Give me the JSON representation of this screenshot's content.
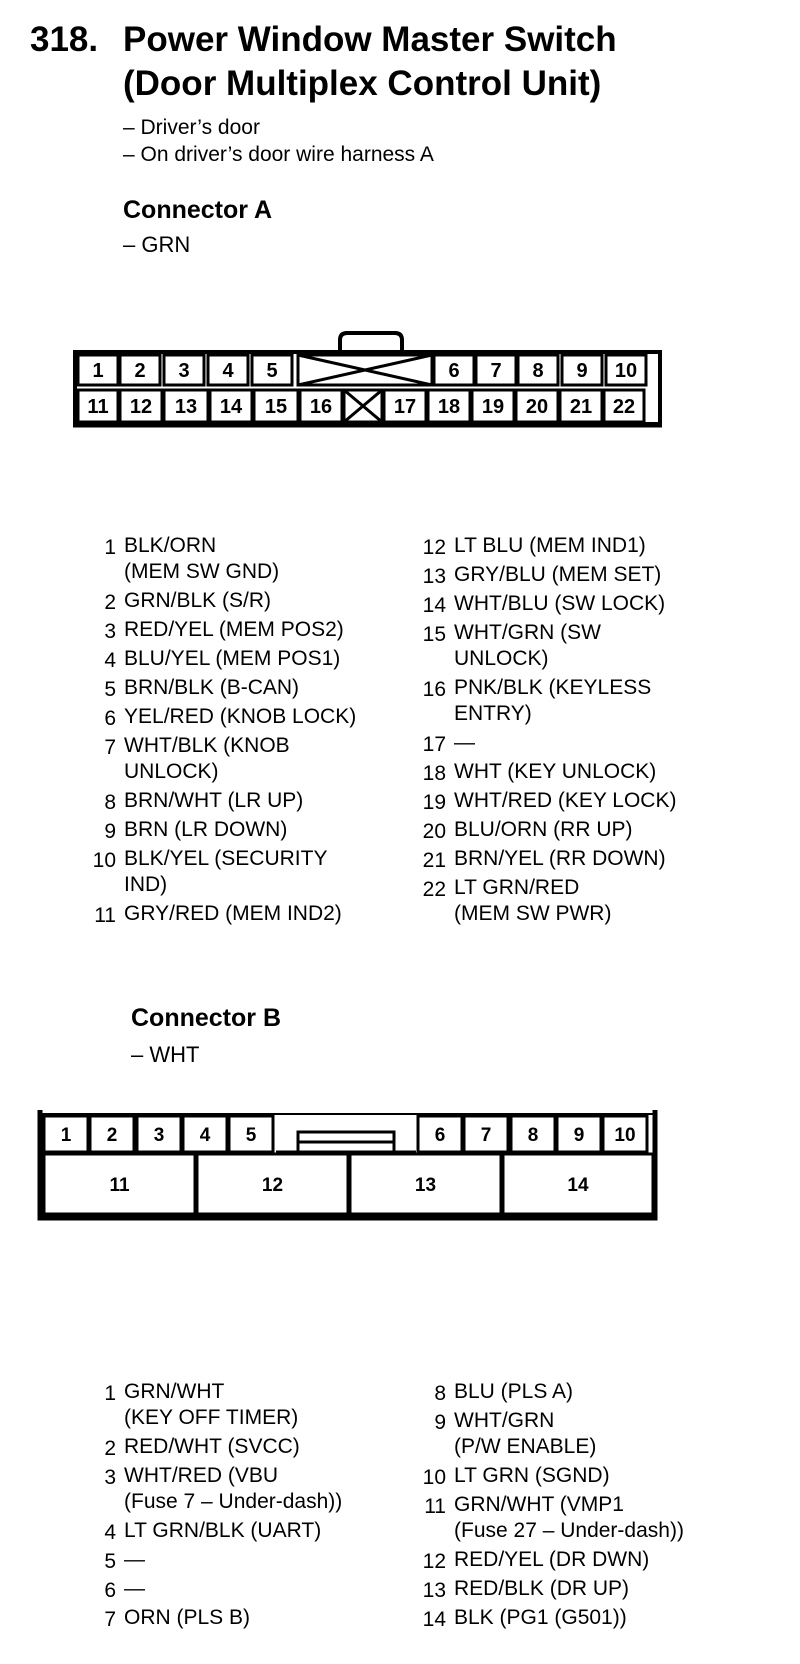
{
  "header": {
    "number": "318.",
    "title_line1": "Power Window Master Switch",
    "title_line2": "(Door Multiplex Control Unit)",
    "location_line1": "– Driver’s door",
    "location_line2": "– On driver’s door wire harness A"
  },
  "connector_a": {
    "title": "Connector A",
    "color": "– GRN",
    "cavities_top": [
      "1",
      "2",
      "3",
      "4",
      "5",
      "6",
      "7",
      "8",
      "9",
      "10"
    ],
    "cavities_bottom": [
      "11",
      "12",
      "13",
      "14",
      "15",
      "16",
      "17",
      "18",
      "19",
      "20",
      "21",
      "22"
    ],
    "pins_left": [
      {
        "n": "1",
        "text": "BLK/ORN\n(MEM SW GND)"
      },
      {
        "n": "2",
        "text": "GRN/BLK (S/R)"
      },
      {
        "n": "3",
        "text": "RED/YEL (MEM POS2)"
      },
      {
        "n": "4",
        "text": "BLU/YEL (MEM POS1)"
      },
      {
        "n": "5",
        "text": "BRN/BLK (B-CAN)"
      },
      {
        "n": "6",
        "text": "YEL/RED (KNOB LOCK)"
      },
      {
        "n": "7",
        "text": "WHT/BLK (KNOB\nUNLOCK)"
      },
      {
        "n": "8",
        "text": "BRN/WHT (LR UP)"
      },
      {
        "n": "9",
        "text": "BRN (LR DOWN)"
      },
      {
        "n": "10",
        "text": "BLK/YEL (SECURITY\nIND)"
      },
      {
        "n": "11",
        "text": "GRY/RED (MEM IND2)"
      }
    ],
    "pins_right": [
      {
        "n": "12",
        "text": "LT BLU (MEM IND1)"
      },
      {
        "n": "13",
        "text": "GRY/BLU (MEM SET)"
      },
      {
        "n": "14",
        "text": "WHT/BLU (SW LOCK)"
      },
      {
        "n": "15",
        "text": "WHT/GRN (SW\nUNLOCK)"
      },
      {
        "n": "16",
        "text": "PNK/BLK (KEYLESS\nENTRY)"
      },
      {
        "n": "17",
        "text": "—"
      },
      {
        "n": "18",
        "text": "WHT (KEY UNLOCK)"
      },
      {
        "n": "19",
        "text": "WHT/RED (KEY LOCK)"
      },
      {
        "n": "20",
        "text": "BLU/ORN (RR UP)"
      },
      {
        "n": "21",
        "text": "BRN/YEL (RR DOWN)"
      },
      {
        "n": "22",
        "text": "LT GRN/RED\n(MEM SW PWR)"
      }
    ]
  },
  "connector_b": {
    "title": "Connector B",
    "color": "– WHT",
    "cavities_top": [
      "1",
      "2",
      "3",
      "4",
      "5",
      "6",
      "7",
      "8",
      "9",
      "10"
    ],
    "cavities_bottom": [
      "11",
      "12",
      "13",
      "14"
    ],
    "pins_left": [
      {
        "n": "1",
        "text": "GRN/WHT\n(KEY OFF TIMER)"
      },
      {
        "n": "2",
        "text": "RED/WHT (SVCC)"
      },
      {
        "n": "3",
        "text": "WHT/RED (VBU\n(Fuse 7 – Under-dash))"
      },
      {
        "n": "4",
        "text": "LT GRN/BLK (UART)"
      },
      {
        "n": "5",
        "text": "—"
      },
      {
        "n": "6",
        "text": "—"
      },
      {
        "n": "7",
        "text": "ORN (PLS B)"
      }
    ],
    "pins_right": [
      {
        "n": "8",
        "text": "BLU (PLS A)"
      },
      {
        "n": "9",
        "text": "WHT/GRN\n(P/W ENABLE)"
      },
      {
        "n": "10",
        "text": "LT GRN (SGND)"
      },
      {
        "n": "11",
        "text": "GRN/WHT (VMP1\n(Fuse 27 – Under-dash))"
      },
      {
        "n": "12",
        "text": "RED/YEL (DR DWN)"
      },
      {
        "n": "13",
        "text": "RED/BLK (DR UP)"
      },
      {
        "n": "14",
        "text": "BLK (PG1 (G501))"
      }
    ]
  }
}
